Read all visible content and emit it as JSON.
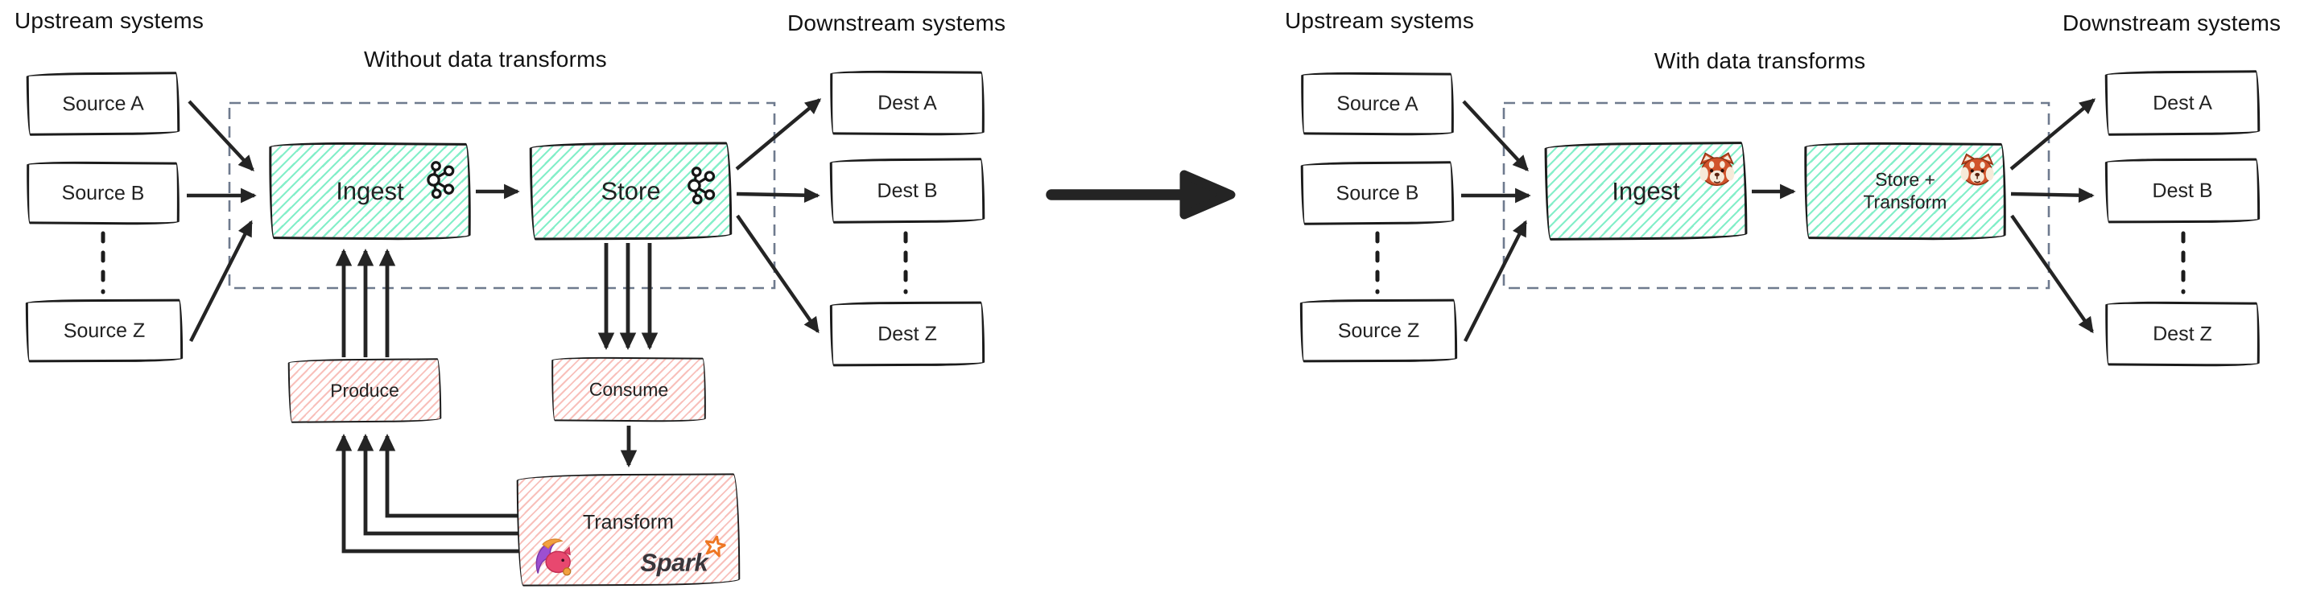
{
  "left": {
    "upstream_title": "Upstream systems",
    "diagram_title": "Without data transforms",
    "downstream_title": "Downstream systems",
    "sources": [
      {
        "label": "Source A"
      },
      {
        "label": "Source B"
      },
      {
        "label": "Source Z"
      }
    ],
    "dests": [
      {
        "label": "Dest A"
      },
      {
        "label": "Dest B"
      },
      {
        "label": "Dest Z"
      }
    ],
    "ingest_label": "Ingest",
    "store_label": "Store",
    "produce_label": "Produce",
    "consume_label": "Consume",
    "transform_label": "Transform",
    "spark_label": "Spark"
  },
  "right": {
    "upstream_title": "Upstream systems",
    "diagram_title": "With data transforms",
    "downstream_title": "Downstream systems",
    "sources": [
      {
        "label": "Source A"
      },
      {
        "label": "Source B"
      },
      {
        "label": "Source Z"
      }
    ],
    "dests": [
      {
        "label": "Dest A"
      },
      {
        "label": "Dest B"
      },
      {
        "label": "Dest Z"
      }
    ],
    "ingest_label": "Ingest",
    "store_transform_line1": "Store +",
    "store_transform_line2": "Transform"
  },
  "icons": {
    "kafka": "kafka-logo",
    "redpanda": "redpanda-logo",
    "flink": "flink-squirrel-logo",
    "spark_star": "spark-star"
  },
  "colors": {
    "box_border": "#1b1b1b",
    "green_hatch": "#7deec6",
    "pink_hatch": "#f7b5af",
    "dashed_boundary": "#6e7a8e",
    "arrow": "#242424",
    "text": "#1f1f1f",
    "spark_orange": "#ee7623",
    "redpanda_orange": "#d0532b"
  }
}
